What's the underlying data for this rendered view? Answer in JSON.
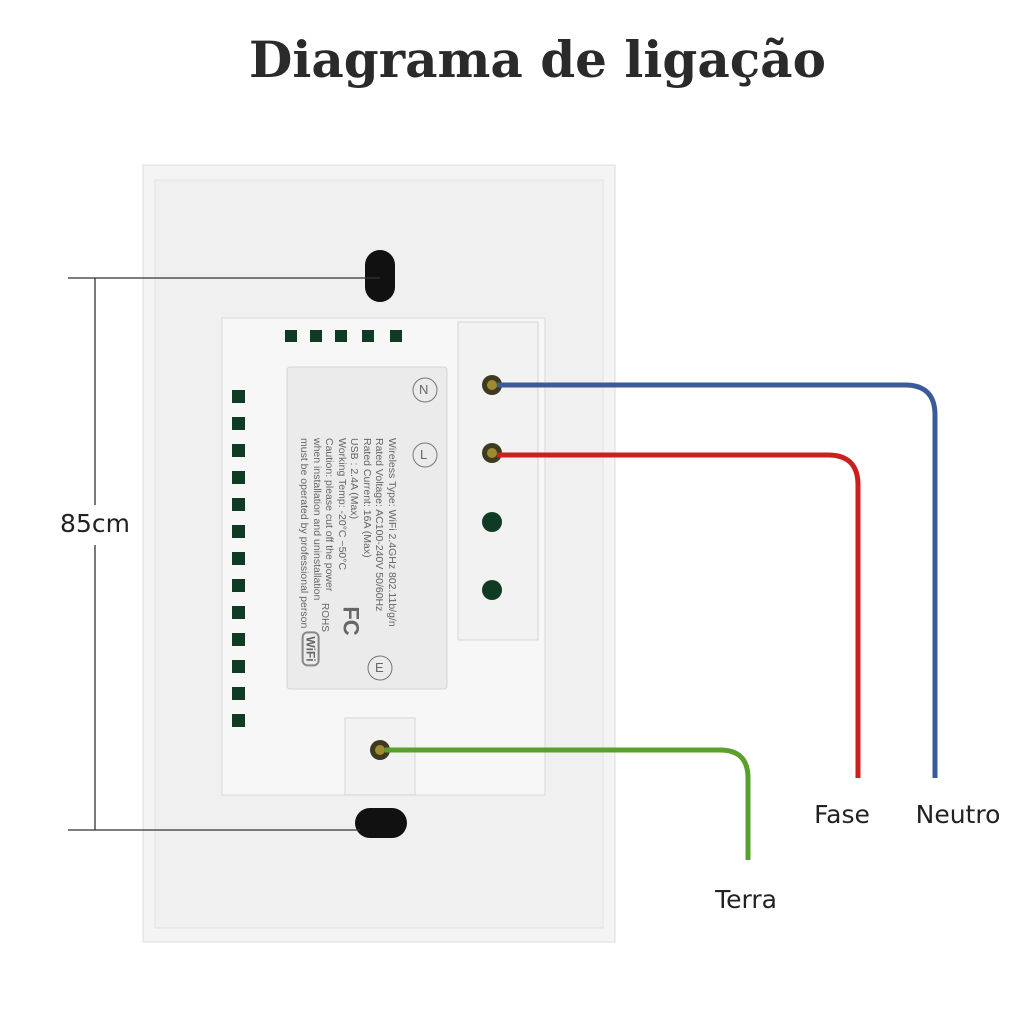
{
  "title": "Diagrama de ligação",
  "dimension": "85cm",
  "wires": [
    {
      "label": "Neutro",
      "terminal": "N",
      "color": "#3a5a9a"
    },
    {
      "label": "Fase",
      "terminal": "L",
      "color": "#cc1f1f"
    },
    {
      "label": "Terra",
      "terminal": "E",
      "color": "#5aa02c"
    }
  ],
  "spec_lines": [
    "Wireless Type: WiFi 2.4GHz 802.11b/g/n",
    "Rated Voltage: AC100-240V 50/60Hz",
    "Rated Current: 16A (Max)",
    "USB : 2.4A (Max)",
    "Working Temp: -20°C ~50°C",
    "Caution:  please cut off the power",
    "when installation and uninstallation",
    "must be operated by professional person"
  ],
  "terminals": {
    "n": "N",
    "l": "L",
    "e": "E"
  },
  "marks": {
    "fc": "FC",
    "rohs": "ROHS",
    "wifi": "WiFi"
  }
}
